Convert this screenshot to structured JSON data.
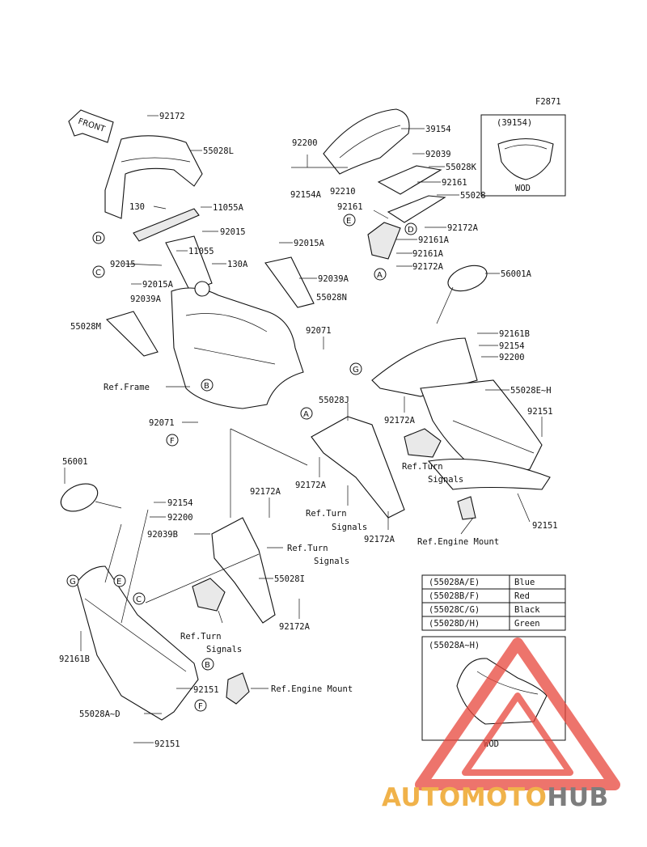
{
  "figure_code": "F2871",
  "front_label": "FRONT",
  "inset_top": {
    "part": "(39154)",
    "note": "WOD"
  },
  "inset_bottom": {
    "part": "(55028A~H)",
    "note": "WOD"
  },
  "color_table": [
    {
      "code": "(55028A/E)",
      "color": "Blue"
    },
    {
      "code": "(55028B/F)",
      "color": "Red"
    },
    {
      "code": "(55028C/G)",
      "color": "Black"
    },
    {
      "code": "(55028D/H)",
      "color": "Green"
    }
  ],
  "labels": [
    "92172",
    "55028L",
    "130",
    "11055A",
    "92015",
    "11055",
    "130A",
    "92015",
    "92015A",
    "92039A",
    "55028M",
    "92200",
    "92154A",
    "92210",
    "39154",
    "92039",
    "55028K",
    "92161",
    "55028",
    "92161",
    "92172A",
    "92161A",
    "92161A",
    "92172A",
    "92015A",
    "92039A",
    "55028N",
    "56001A",
    "92161B",
    "92154",
    "92200",
    "92071",
    "Ref.Frame",
    "55028E~H",
    "92071",
    "55028J",
    "92172A",
    "92151",
    "Ref.Turn",
    "Signals",
    "92172A",
    "Ref.Turn",
    "Signals",
    "92172A",
    "92151",
    "Ref.Engine Mount",
    "56001",
    "92154",
    "92200",
    "92172A",
    "92039B",
    "Ref.Turn",
    "Signals",
    "55028I",
    "92172A",
    "Ref.Turn",
    "Signals",
    "92161B",
    "92151",
    "Ref.Engine Mount",
    "55028A~D",
    "92151"
  ],
  "callouts": [
    "D",
    "C",
    "B",
    "F",
    "E",
    "D",
    "A",
    "G",
    "A",
    "G",
    "E",
    "C",
    "B",
    "F"
  ],
  "watermark": {
    "part1": "AUTOMOTO",
    "part2": "HUB",
    "color1": "#f0b24a",
    "color2": "#7d7d7d",
    "triangle_color": "#e8463c"
  }
}
